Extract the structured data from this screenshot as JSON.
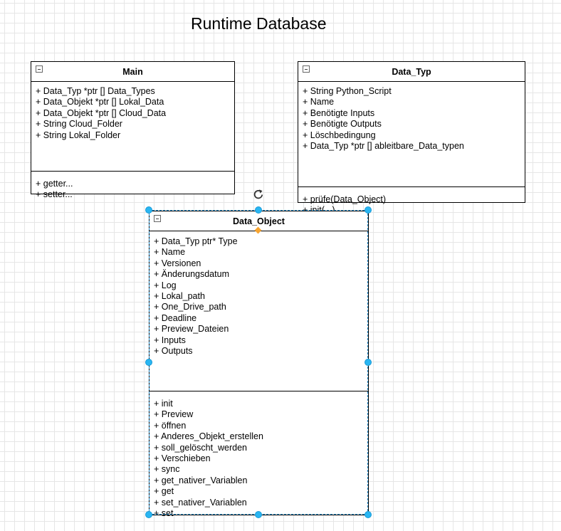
{
  "title": "Runtime Database",
  "classes": {
    "main": {
      "name": "Main",
      "attributes": [
        "+ Data_Typ *ptr [] Data_Types",
        "+ Data_Objekt *ptr [] Lokal_Data",
        "+ Data_Objekt *ptr [] Cloud_Data",
        "+ String Cloud_Folder",
        "+ String Lokal_Folder"
      ],
      "operations": [
        "+ getter...",
        "+ setter..."
      ]
    },
    "data_typ": {
      "name": "Data_Typ",
      "attributes": [
        "+ String Python_Script",
        "+ Name",
        "+ Benötigte Inputs",
        "+ Benötigte Outputs",
        "+ Löschbedingung",
        "+ Data_Typ *ptr [] ableitbare_Data_typen"
      ],
      "operations": [
        "+ prüfe(Data_Object)",
        "+ init(...)"
      ]
    },
    "data_object": {
      "name": "Data_Object",
      "attributes": [
        "+ Data_Typ ptr* Type",
        "+ Name",
        "+ Versionen",
        "+ Änderungsdatum",
        "+ Log",
        "+ Lokal_path",
        "+ One_Drive_path",
        "+ Deadline",
        "+ Preview_Dateien",
        "+ Inputs",
        "+ Outputs"
      ],
      "operations": [
        "+ init",
        "+ Preview",
        "+ öffnen",
        "+ Anderes_Objekt_erstellen",
        "+ soll_gelöscht_werden",
        "+ Verschieben",
        "+ sync",
        "+ get_nativer_Variablen",
        "+ get",
        "+ set_nativer_Variablen",
        "+ set"
      ]
    }
  },
  "selection": {
    "selected": "data_object",
    "outline_color": "#1e88c8",
    "handle_color": "#29b6f2",
    "anchor_color": "#f7a531",
    "rotate_icon": "rotate-icon"
  }
}
